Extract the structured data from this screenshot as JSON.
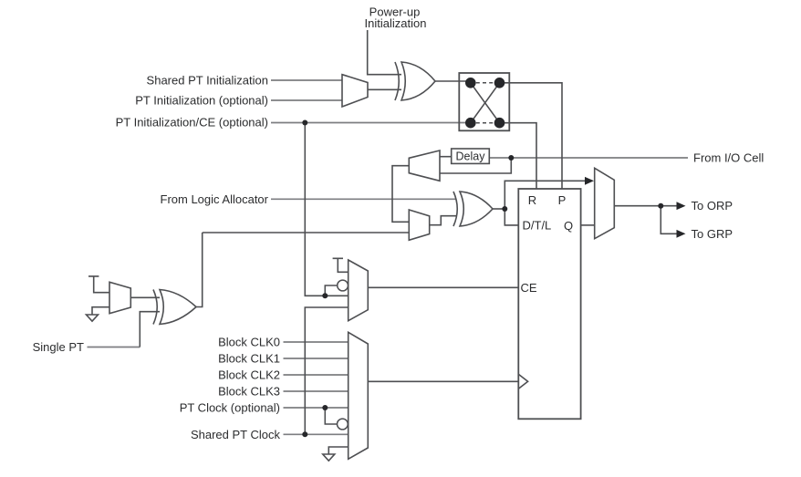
{
  "colors": {
    "background": "#ffffff",
    "line": "#4e4f52",
    "leader": "#7d7e81",
    "text": "#2b2c2e",
    "dark": "#26272a"
  },
  "labels": {
    "power_up_line1": "Power-up",
    "power_up_line2": "Initialization",
    "shared_pt_initialization": "Shared PT Initialization",
    "pt_initialization_optional": "PT Initialization (optional)",
    "pt_initialization_ce_optional": "PT Initialization/CE (optional)",
    "from_logic_allocator": "From Logic Allocator",
    "single_pt": "Single PT",
    "block_clk0": "Block CLK0",
    "block_clk1": "Block CLK1",
    "block_clk2": "Block CLK2",
    "block_clk3": "Block CLK3",
    "pt_clock_optional": "PT Clock (optional)",
    "shared_pt_clock": "Shared PT Clock",
    "delay": "Delay",
    "from_io_cell": "From I/O Cell",
    "to_orp": "To ORP",
    "to_grp": "To GRP"
  },
  "flip_flop": {
    "reset_pin": "R",
    "preset_pin": "P",
    "data_pin": "D/T/L",
    "output_pin": "Q",
    "clock_enable_pin": "CE"
  }
}
